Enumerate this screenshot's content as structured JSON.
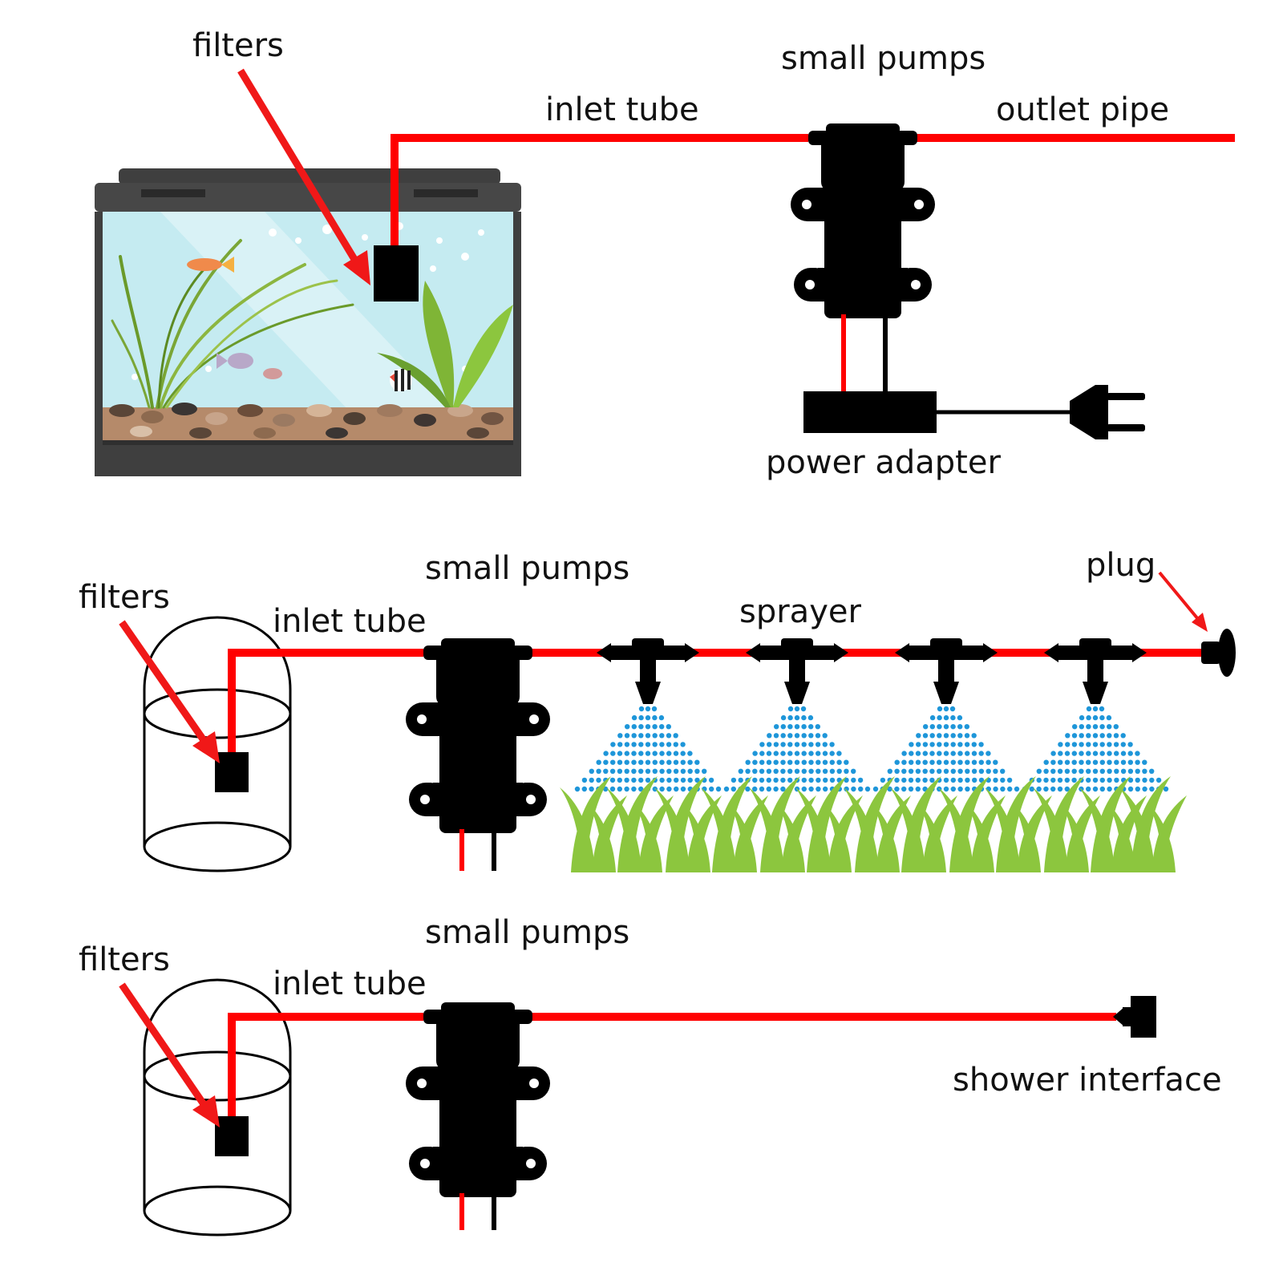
{
  "colors": {
    "pipe": "#ff0000",
    "arrow": "#f01818",
    "device": "#000000",
    "water": "#c5ebf1",
    "spray": "#1e96d9",
    "grass": "#8cc63e",
    "tank_frame": "#3f3f3f"
  },
  "panel1": {
    "label_filters": "filters",
    "label_inlet": "inlet tube",
    "label_pumps": "small pumps",
    "label_outlet": "outlet pipe",
    "label_adapter": "power adapter"
  },
  "panel2": {
    "label_filters": "filters",
    "label_inlet": "inlet tube",
    "label_pumps": "small pumps",
    "label_sprayer": "sprayer",
    "label_plug": "plug"
  },
  "panel3": {
    "label_filters": "filters",
    "label_inlet": "inlet tube",
    "label_pumps": "small pumps",
    "label_shower": "shower interface"
  }
}
